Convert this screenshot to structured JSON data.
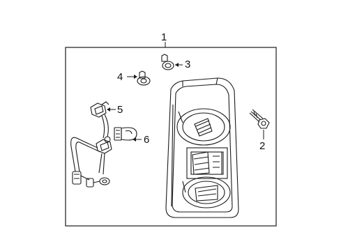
{
  "diagram": {
    "callouts": [
      {
        "id": "1",
        "label": "1",
        "part": "tail-lamp-assembly"
      },
      {
        "id": "2",
        "label": "2",
        "part": "bolt"
      },
      {
        "id": "3",
        "label": "3",
        "part": "grommet"
      },
      {
        "id": "4",
        "label": "4",
        "part": "grommet"
      },
      {
        "id": "5",
        "label": "5",
        "part": "socket-and-harness"
      },
      {
        "id": "6",
        "label": "6",
        "part": "bulb"
      }
    ],
    "colors": {
      "line": "#1a1a1a",
      "background": "#ffffff"
    }
  }
}
